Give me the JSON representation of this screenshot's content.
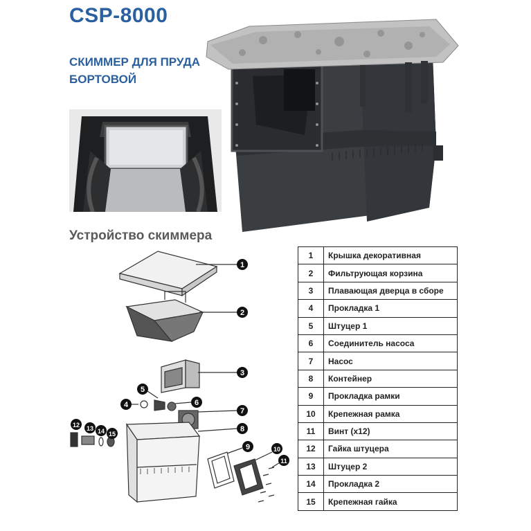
{
  "header": {
    "model": "CSP-8000",
    "subtitle_line1": "СКИММЕР ДЛЯ ПРУДА",
    "subtitle_line2": "БОРТОВОЙ"
  },
  "diagram": {
    "heading": "Устройство скиммера",
    "callouts": [
      "1",
      "2",
      "3",
      "4",
      "5",
      "6",
      "7",
      "8",
      "9",
      "10",
      "11",
      "12",
      "13",
      "14",
      "15"
    ]
  },
  "parts_table": {
    "rows": [
      {
        "num": "1",
        "name": "Крышка декоративная"
      },
      {
        "num": "2",
        "name": "Фильтрующая корзина"
      },
      {
        "num": "3",
        "name": "Плавающая дверца в сборе"
      },
      {
        "num": "4",
        "name": "Прокладка 1"
      },
      {
        "num": "5",
        "name": "Штуцер 1"
      },
      {
        "num": "6",
        "name": "Соединитель насоса"
      },
      {
        "num": "7",
        "name": "Насос"
      },
      {
        "num": "8",
        "name": "Контейнер"
      },
      {
        "num": "9",
        "name": "Прокладка рамки"
      },
      {
        "num": "10",
        "name": "Крепежная рамка"
      },
      {
        "num": "11",
        "name": "Винт (x12)"
      },
      {
        "num": "12",
        "name": "Гайка штуцера"
      },
      {
        "num": "13",
        "name": "Штуцер 2"
      },
      {
        "num": "14",
        "name": "Прокладка 2"
      },
      {
        "num": "15",
        "name": "Крепежная гайка"
      }
    ]
  },
  "colors": {
    "accent_blue": "#2a5fa0",
    "product_body": "#3a3d40",
    "stone_lid": "#bcbcbc"
  }
}
